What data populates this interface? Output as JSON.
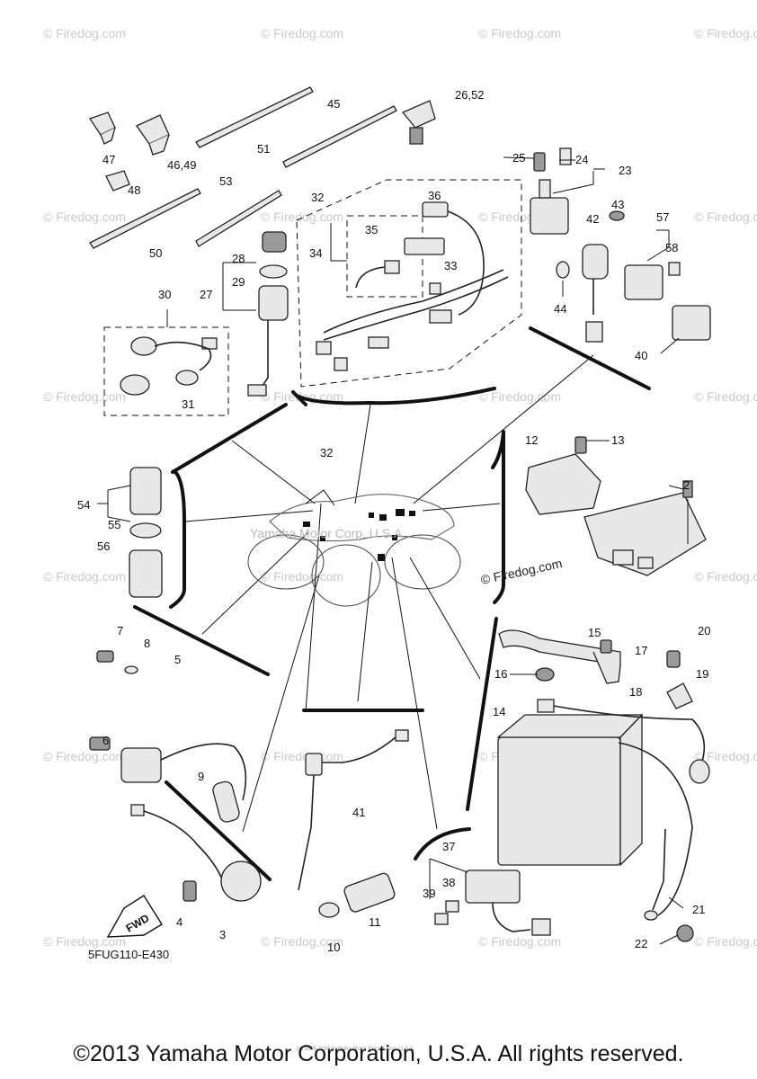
{
  "diagram_code": "5FUG110-E430",
  "fwd_label": "FWD",
  "copyright": "©2013 Yamaha Motor Corporation, U.S.A. All rights reserved.",
  "fine_print": "(c) 2005-2016 Yamaha Motor Corporation, U.S.A.",
  "center_watermark": "Yamaha Motor Corp. U.S.A.",
  "firedog_inline": "© Firedog.com",
  "watermark_text": "© Firedog.com",
  "callouts": [
    "2",
    "3",
    "4",
    "5",
    "6",
    "7",
    "8",
    "9",
    "10",
    "11",
    "12",
    "13",
    "14",
    "15",
    "16",
    "17",
    "18",
    "19",
    "20",
    "21",
    "22",
    "23",
    "24",
    "25",
    "26,52",
    "27",
    "28",
    "29",
    "30",
    "31",
    "32",
    "33",
    "34",
    "35",
    "36",
    "37",
    "38",
    "39",
    "40",
    "41",
    "42",
    "43",
    "44",
    "45",
    "46,49",
    "47",
    "48",
    "50",
    "51",
    "53",
    "54",
    "55",
    "56",
    "57",
    "58"
  ]
}
